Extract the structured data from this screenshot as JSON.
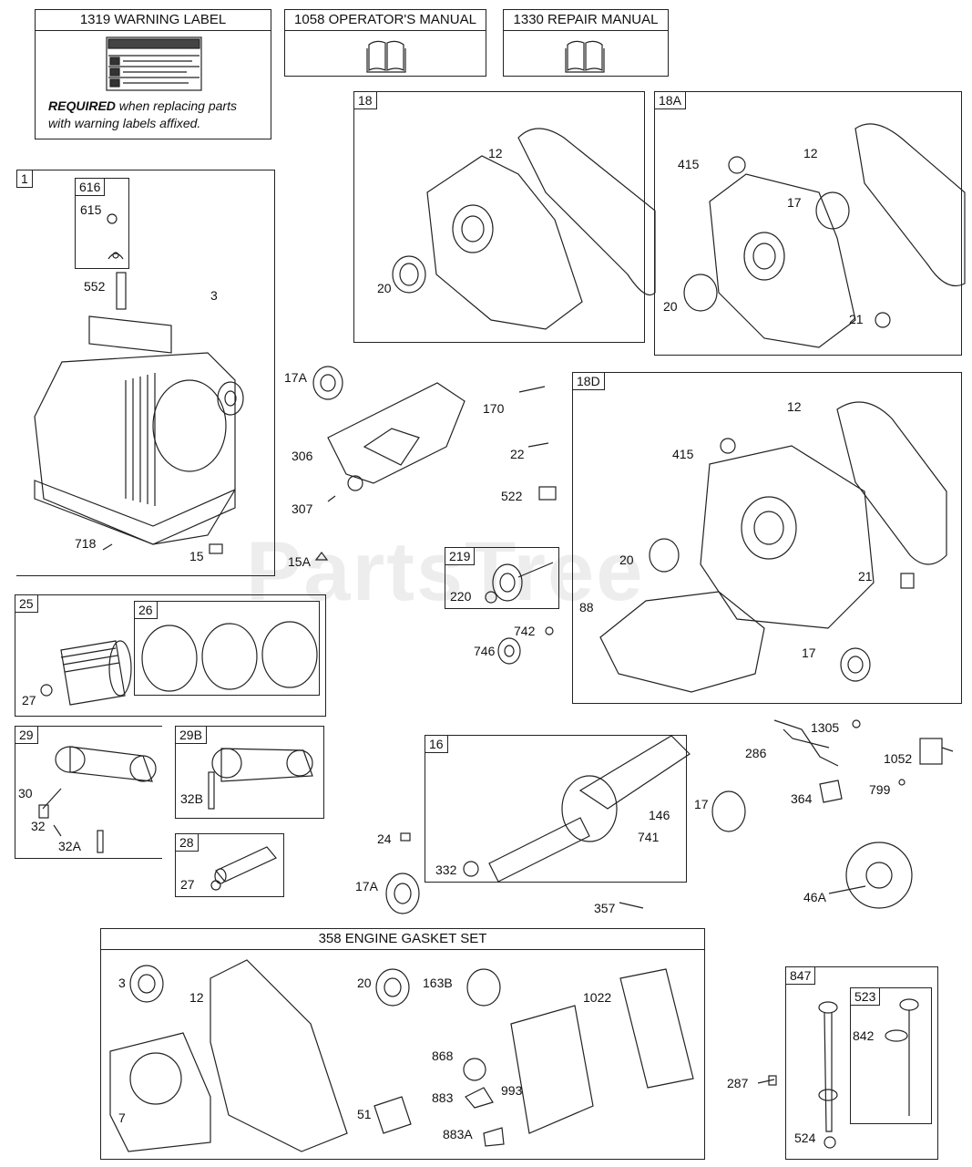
{
  "watermark": "PartsTree",
  "warning_label": {
    "header": "1319 WARNING LABEL",
    "required": "REQUIRED",
    "rest1": " when replacing parts",
    "rest2": "with warning labels affixed."
  },
  "operators_manual": {
    "header": "1058 OPERATOR'S MANUAL"
  },
  "repair_manual": {
    "header": "1330 REPAIR MANUAL"
  },
  "gasket_set": {
    "header": "358 ENGINE GASKET SET"
  },
  "tags": {
    "t1": "1",
    "t616": "616",
    "t18": "18",
    "t18A": "18A",
    "t18D": "18D",
    "t25": "25",
    "t26": "26",
    "t29": "29",
    "t29B": "29B",
    "t28": "28",
    "t219": "219",
    "t16": "16",
    "t847": "847",
    "t523": "523"
  },
  "labels": {
    "l615": "615",
    "l552": "552",
    "l3a": "3",
    "l718": "718",
    "l15": "15",
    "l18_12": "12",
    "l18_20": "20",
    "l18A_415": "415",
    "l18A_12": "12",
    "l18A_17": "17",
    "l18A_20": "20",
    "l18A_21": "21",
    "l17A": "17A",
    "l306": "306",
    "l307": "307",
    "l170": "170",
    "l22": "22",
    "l522": "522",
    "l15A": "15A",
    "l220": "220",
    "l742": "742",
    "l746": "746",
    "l18D_12": "12",
    "l18D_415": "415",
    "l18D_20": "20",
    "l18D_21": "21",
    "l18D_88": "88",
    "l18D_17": "17",
    "l27a": "27",
    "l30": "30",
    "l32": "32",
    "l32A": "32A",
    "l32B": "32B",
    "l27b": "27",
    "l24": "24",
    "l17Ab": "17A",
    "l332": "332",
    "l146": "146",
    "l741": "741",
    "l357": "357",
    "l286": "286",
    "l1305": "1305",
    "l1052": "1052",
    "l17b": "17",
    "l364": "364",
    "l799": "799",
    "l46A": "46A",
    "g3": "3",
    "g12": "12",
    "g7": "7",
    "g20": "20",
    "g163B": "163B",
    "g1022": "1022",
    "g868": "868",
    "g883": "883",
    "g993": "993",
    "g51": "51",
    "g883A": "883A",
    "l287": "287",
    "l842": "842",
    "l524": "524"
  }
}
